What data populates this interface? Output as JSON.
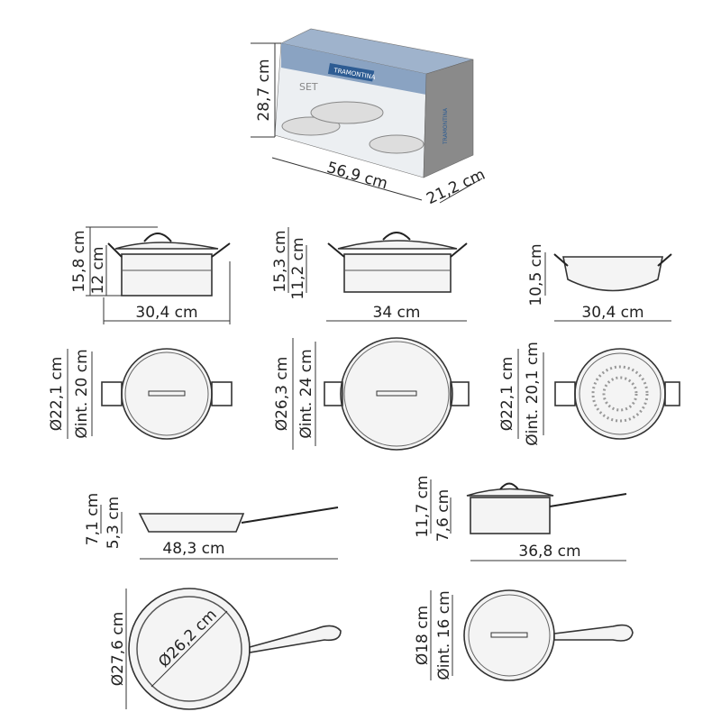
{
  "box": {
    "brand": "TRAMONTINA",
    "product_text": "SET",
    "height": "28,7 cm",
    "width": "56,9 cm",
    "depth": "21,2 cm",
    "colors": {
      "blue": "#8aa3c2",
      "side": "#8a8a8a"
    }
  },
  "casserole_20": {
    "height_lid": "15,8 cm",
    "height": "12 cm",
    "width": "30,4 cm",
    "diameter": "Ø22,1 cm",
    "inner_diameter": "Øint. 20 cm"
  },
  "casserole_24": {
    "height_lid": "15,3 cm",
    "height": "11,2 cm",
    "width": "34 cm",
    "diameter": "Ø26,3 cm",
    "inner_diameter": "Øint. 24 cm"
  },
  "steamer": {
    "height": "10,5 cm",
    "width": "30,4 cm",
    "diameter": "Ø22,1 cm",
    "inner_diameter": "Øint. 20,1 cm"
  },
  "frying_pan": {
    "height": "7,1 cm",
    "inner_height": "5,3 cm",
    "length": "48,3 cm",
    "diameter": "Ø27,6 cm",
    "inner_diameter": "Ø26,2 cm"
  },
  "saucepan": {
    "height_lid": "11,7 cm",
    "height": "7,6 cm",
    "length": "36,8 cm",
    "diameter": "Ø18 cm",
    "inner_diameter": "Øint. 16 cm"
  }
}
